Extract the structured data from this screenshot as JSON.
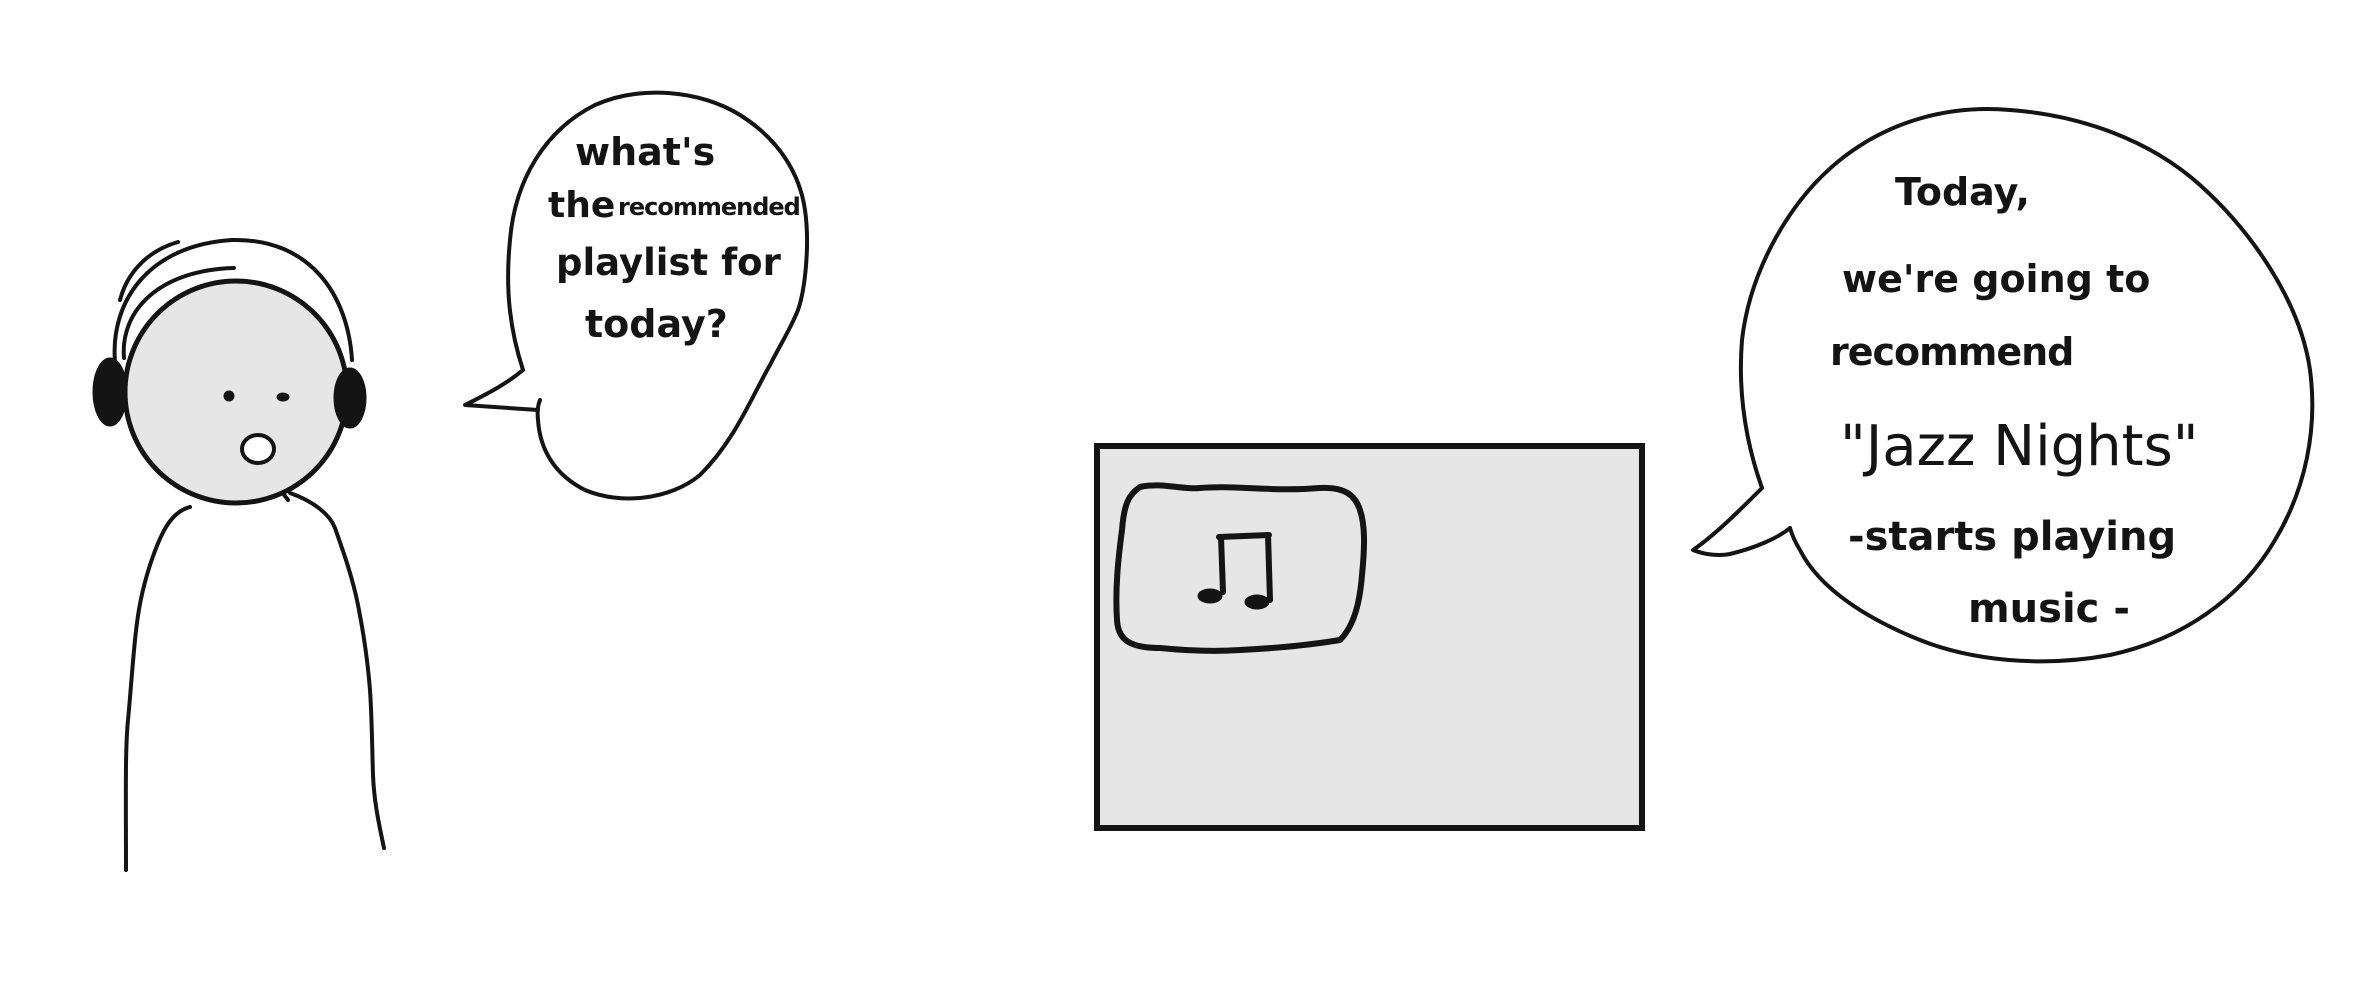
{
  "user_bubble": {
    "line1": "what's",
    "line2_a": "the",
    "line2_b": "recommended",
    "line3": "playlist for",
    "line4": "today?"
  },
  "device_bubble": {
    "line1": "Today,",
    "line2": "we're going to",
    "line3": "recommend",
    "line4": "\"Jazz Nights\"",
    "line5": "-starts playing",
    "line6": "music -"
  },
  "colors": {
    "ink": "#141414",
    "face_fill": "#e6e6e6",
    "screen_fill": "#e6e6e6",
    "background": "#ffffff"
  },
  "icons": {
    "headphones": "headphones-icon",
    "music_note": "music-note-icon"
  }
}
